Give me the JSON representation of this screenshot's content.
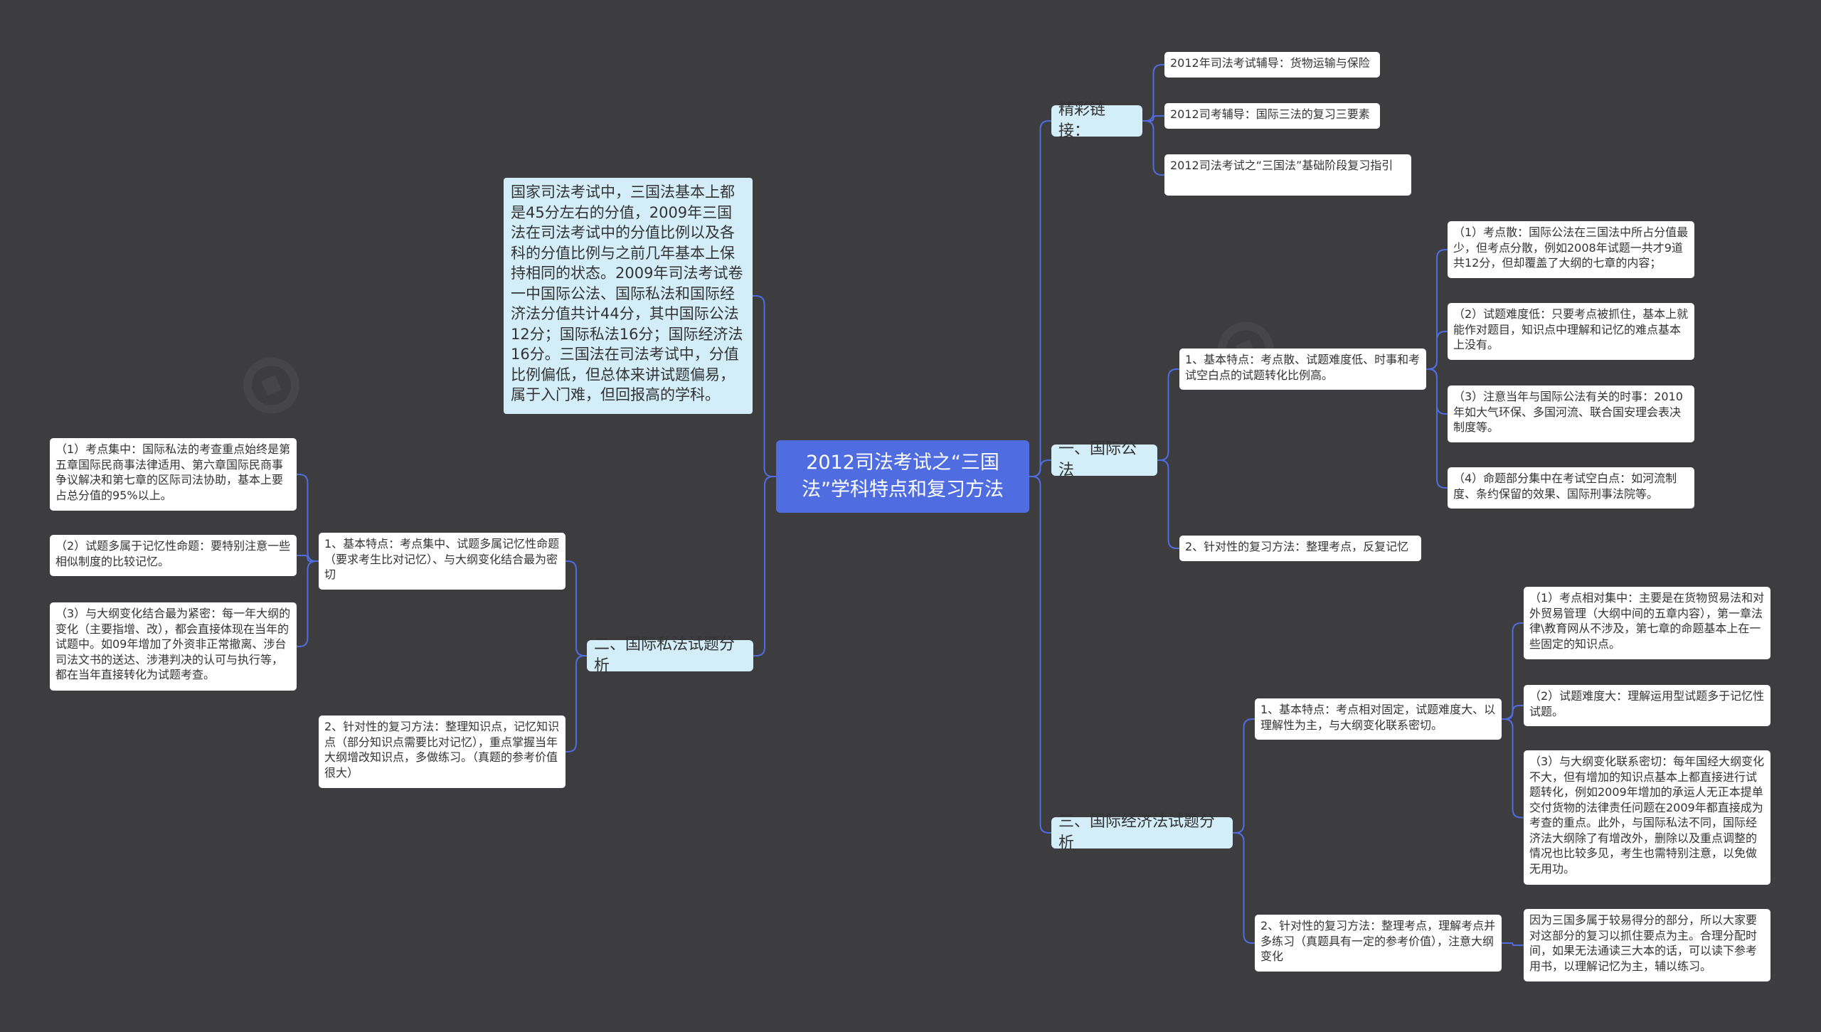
{
  "root": "2012司法考试之“三国法”学科特点和复习方法",
  "intro": "国家司法考试中，三国法基本上都是45分左右的分值，2009年三国法在司法考试中的分值比例以及各科的分值比例与之前几年基本上保持相同的状态。2009年司法考试卷一中国际公法、国际私法和国际经济法分值共计44分，其中国际公法12分；国际私法16分；国际经济法16分。三国法在司法考试中，分值比例偏低，但总体来讲试题偏易，属于入门难，但回报高的学科。",
  "links": {
    "label": "精彩链接：",
    "items": [
      "2012年司法考试辅导：货物运输与保险",
      "2012司考辅导：国际三法的复习三要素",
      "2012司法考试之“三国法”基础阶段复习指引"
    ]
  },
  "public_law": {
    "label": "一、国际公法",
    "basic": "1、基本特点：考点散、试题难度低、时事和考试空白点的试题转化比例高。",
    "basic_items": [
      "（1）考点散：国际公法在三国法中所占分值最少，但考点分散，例如2008年试题一共才9道共12分，但却覆盖了大纲的七章的内容；",
      "（2）试题难度低：只要考点被抓住，基本上就能作对题目，知识点中理解和记忆的难点基本上没有。",
      "（3）注意当年与国际公法有关的时事：2010年如大气环保、多国河流、联合国安理会表决制度等。",
      "（4）命题部分集中在考试空白点：如河流制度、条约保留的效果、国际刑事法院等。"
    ],
    "method": "2、针对性的复习方法：整理考点，反复记忆"
  },
  "private_law": {
    "label": "二、国际私法试题分析",
    "basic": "1、基本特点：考点集中、试题多属记忆性命题（要求考生比对记忆）、与大纲变化结合最为密切",
    "basic_items": [
      "（1）考点集中：国际私法的考查重点始终是第五章国际民商事法律适用、第六章国际民商事争议解决和第七章的区际司法协助，基本上要占总分值的95%以上。",
      "（2）试题多属于记忆性命题：要特别注意一些相似制度的比较记忆。",
      "（3）与大纲变化结合最为紧密：每一年大纲的变化（主要指增、改），都会直接体现在当年的试题中。如09年增加了外资非正常撤离、涉台司法文书的送达、涉港判决的认可与执行等，都在当年直接转化为试题考查。"
    ],
    "method": "2、针对性的复习方法：整理知识点，记忆知识点（部分知识点需要比对记忆），重点掌握当年大纲增改知识点，多做练习。（真题的参考价值很大）"
  },
  "economic_law": {
    "label": "三、国际经济法试题分析",
    "basic": "1、基本特点：考点相对固定，试题难度大、以理解性为主，与大纲变化联系密切。",
    "basic_items": [
      "（1）考点相对集中：主要是在货物贸易法和对外贸易管理（大纲中间的五章内容），第一章法律\\教育网从不涉及，第七章的命题基本上在一些固定的知识点。",
      "（2）试题难度大：理解运用型试题多于记忆性试题。",
      "（3）与大纲变化联系密切：每年国经大纲变化不大，但有增加的知识点基本上都直接进行试题转化，例如2009年增加的承运人无正本提单交付货物的法律责任问题在2009年都直接成为考查的重点。此外，与国际私法不同，国际经济法大纲除了有增改外，删除以及重点调整的情况也比较多见，考生也需特别注意，以免做无用功。"
    ],
    "method": "2、针对性的复习方法：整理考点，理解考点并多练习（真题具有一定的参考价值），注意大纲变化",
    "method_items": [
      "因为三国多属于较易得分的部分，所以大家要对这部分的复习以抓住要点为主。合理分配时间，如果无法通读三大本的话，可以读下参考用书，以理解记忆为主，辅以练习。"
    ]
  },
  "colors": {
    "background": "#3d3c3f",
    "root": "#4f6de0",
    "branch": "#d3edf9",
    "leaf": "#ffffff",
    "connector": "#4f6de0"
  }
}
